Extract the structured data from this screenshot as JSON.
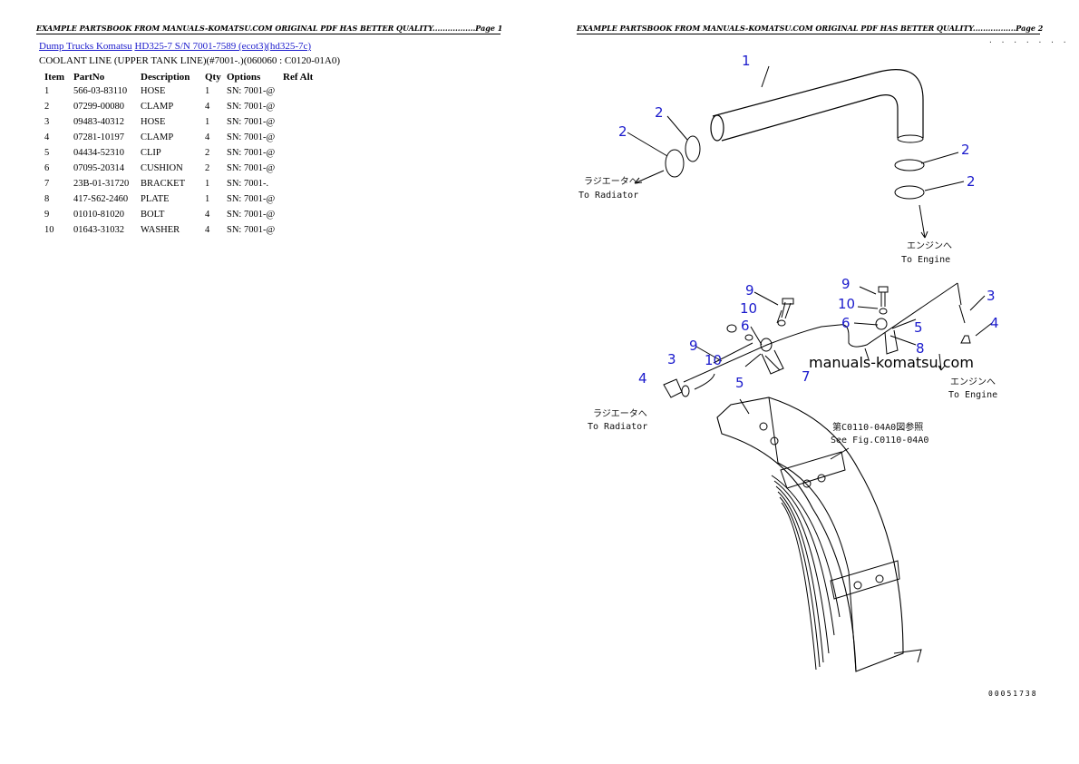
{
  "header": {
    "page1": "EXAMPLE PARTSBOOK FROM MANUALS-KOMATSU.COM ORIGINAL PDF HAS BETTER QUALITY.................Page 1",
    "page2": "EXAMPLE PARTSBOOK FROM MANUALS-KOMATSU.COM ORIGINAL PDF HAS BETTER QUALITY.................Page 2"
  },
  "breadcrumb": {
    "link1": "Dump Trucks Komatsu",
    "link2": "HD325-7 S/N 7001-7589 (ecot3)(hd325-7c)"
  },
  "subtitle": "COOLANT LINE (UPPER TANK LINE)(#7001-.)(060060 : C0120-01A0)",
  "table": {
    "headers": [
      "Item",
      "PartNo",
      "Description",
      "Qty",
      "Options",
      "Ref Alt"
    ],
    "rows": [
      [
        "1",
        "566-03-83110",
        "HOSE",
        "1",
        "SN: 7001-@"
      ],
      [
        "2",
        "07299-00080",
        "CLAMP",
        "4",
        "SN: 7001-@"
      ],
      [
        "3",
        "09483-40312",
        "HOSE",
        "1",
        "SN: 7001-@"
      ],
      [
        "4",
        "07281-10197",
        "CLAMP",
        "4",
        "SN: 7001-@"
      ],
      [
        "5",
        "04434-52310",
        "CLIP",
        "2",
        "SN: 7001-@"
      ],
      [
        "6",
        "07095-20314",
        "CUSHION",
        "2",
        "SN: 7001-@"
      ],
      [
        "7",
        "23B-01-31720",
        "BRACKET",
        "1",
        "SN: 7001-."
      ],
      [
        "8",
        "417-S62-2460",
        "PLATE",
        "1",
        "SN: 7001-@"
      ],
      [
        "9",
        "01010-81020",
        "BOLT",
        "4",
        "SN: 7001-@"
      ],
      [
        "10",
        "01643-31032",
        "WASHER",
        "4",
        "SN: 7001-@"
      ]
    ]
  },
  "diagram": {
    "dots": ". . . . . . .",
    "figure_number": "00051738",
    "watermark": "manuals-komatsu.com",
    "labels": {
      "to_radiator_jp": "ラジエータへ",
      "to_radiator": "To Radiator",
      "to_engine_jp": "エンジンへ",
      "to_engine": "To Engine",
      "see_fig_jp": "第C0110-04A0図参照",
      "see_fig": "See Fig.C0110-04A0"
    },
    "callouts": {
      "c1": "1",
      "c2": "2",
      "c3": "3",
      "c4": "4",
      "c5": "5",
      "c6": "6",
      "c7": "7",
      "c8": "8",
      "c9": "9",
      "c10": "10"
    },
    "accent_color": "#1a1acc"
  }
}
